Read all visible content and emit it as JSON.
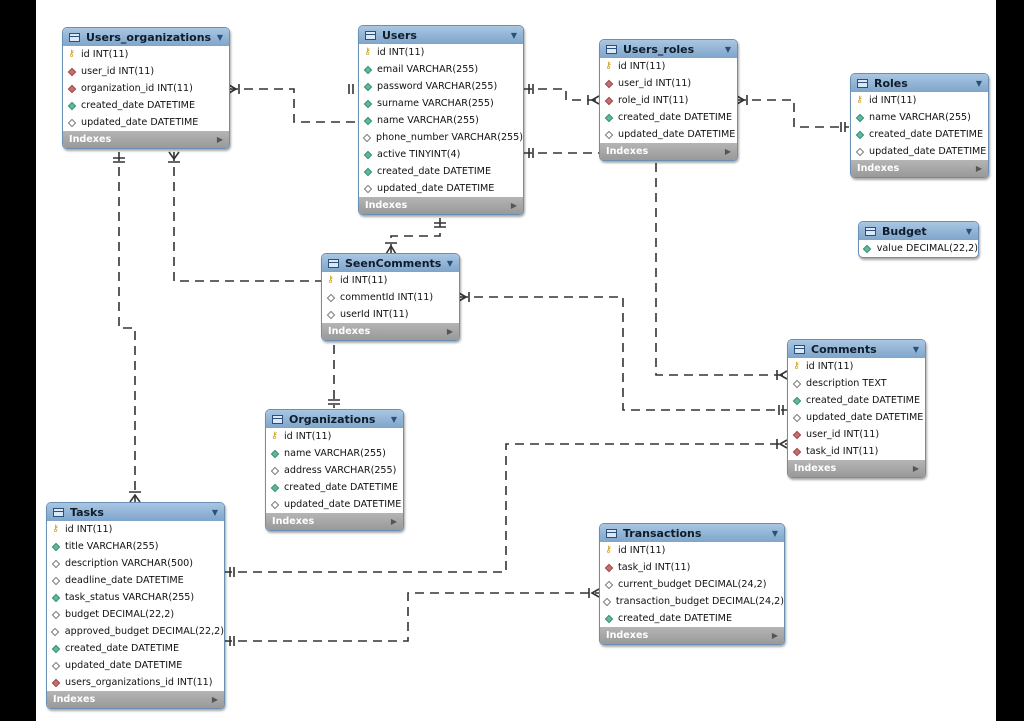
{
  "indexes_label": "Indexes",
  "tables": {
    "users_organizations": {
      "name": "Users_organizations",
      "columns": [
        {
          "kind": "pk",
          "text": "id INT(11)"
        },
        {
          "kind": "fk",
          "text": "user_id INT(11)"
        },
        {
          "kind": "fk",
          "text": "organization_id INT(11)"
        },
        {
          "kind": "col",
          "text": "created_date DATETIME"
        },
        {
          "kind": "plain",
          "text": "updated_date DATETIME"
        }
      ]
    },
    "users": {
      "name": "Users",
      "columns": [
        {
          "kind": "pk",
          "text": "id INT(11)"
        },
        {
          "kind": "col",
          "text": "email VARCHAR(255)"
        },
        {
          "kind": "col",
          "text": "password VARCHAR(255)"
        },
        {
          "kind": "col",
          "text": "surname VARCHAR(255)"
        },
        {
          "kind": "col",
          "text": "name VARCHAR(255)"
        },
        {
          "kind": "plain",
          "text": "phone_number VARCHAR(255)"
        },
        {
          "kind": "col",
          "text": "active TINYINT(4)"
        },
        {
          "kind": "col",
          "text": "created_date DATETIME"
        },
        {
          "kind": "plain",
          "text": "updated_date DATETIME"
        }
      ]
    },
    "users_roles": {
      "name": "Users_roles",
      "columns": [
        {
          "kind": "pk",
          "text": "id INT(11)"
        },
        {
          "kind": "fk",
          "text": "user_id INT(11)"
        },
        {
          "kind": "fk",
          "text": "role_id INT(11)"
        },
        {
          "kind": "col",
          "text": "created_date DATETIME"
        },
        {
          "kind": "plain",
          "text": "updated_date DATETIME"
        }
      ]
    },
    "roles": {
      "name": "Roles",
      "columns": [
        {
          "kind": "pk",
          "text": "id INT(11)"
        },
        {
          "kind": "col",
          "text": "name VARCHAR(255)"
        },
        {
          "kind": "col",
          "text": "created_date DATETIME"
        },
        {
          "kind": "plain",
          "text": "updated_date DATETIME"
        }
      ]
    },
    "budget": {
      "name": "Budget",
      "columns": [
        {
          "kind": "col",
          "text": "value DECIMAL(22,2)"
        }
      ]
    },
    "seen_comments": {
      "name": "SeenComments",
      "columns": [
        {
          "kind": "pk",
          "text": "id INT(11)"
        },
        {
          "kind": "plain",
          "text": "commentId INT(11)"
        },
        {
          "kind": "plain",
          "text": "userId INT(11)"
        }
      ]
    },
    "comments": {
      "name": "Comments",
      "columns": [
        {
          "kind": "pk",
          "text": "id INT(11)"
        },
        {
          "kind": "plain",
          "text": "description TEXT"
        },
        {
          "kind": "col",
          "text": "created_date DATETIME"
        },
        {
          "kind": "plain",
          "text": "updated_date DATETIME"
        },
        {
          "kind": "fk",
          "text": "user_id INT(11)"
        },
        {
          "kind": "fk",
          "text": "task_id INT(11)"
        }
      ]
    },
    "organizations": {
      "name": "Organizations",
      "columns": [
        {
          "kind": "pk",
          "text": "id INT(11)"
        },
        {
          "kind": "col",
          "text": "name VARCHAR(255)"
        },
        {
          "kind": "plain",
          "text": "address VARCHAR(255)"
        },
        {
          "kind": "col",
          "text": "created_date DATETIME"
        },
        {
          "kind": "plain",
          "text": "updated_date DATETIME"
        }
      ]
    },
    "tasks": {
      "name": "Tasks",
      "columns": [
        {
          "kind": "pk",
          "text": "id INT(11)"
        },
        {
          "kind": "col",
          "text": "title VARCHAR(255)"
        },
        {
          "kind": "plain",
          "text": "description VARCHAR(500)"
        },
        {
          "kind": "plain",
          "text": "deadline_date DATETIME"
        },
        {
          "kind": "col",
          "text": "task_status VARCHAR(255)"
        },
        {
          "kind": "plain",
          "text": "budget DECIMAL(22,2)"
        },
        {
          "kind": "plain",
          "text": "approved_budget DECIMAL(22,2)"
        },
        {
          "kind": "col",
          "text": "created_date DATETIME"
        },
        {
          "kind": "plain",
          "text": "updated_date DATETIME"
        },
        {
          "kind": "fk",
          "text": "users_organizations_id INT(11)"
        }
      ]
    },
    "transactions": {
      "name": "Transactions",
      "columns": [
        {
          "kind": "pk",
          "text": "id INT(11)"
        },
        {
          "kind": "fk",
          "text": "task_id INT(11)"
        },
        {
          "kind": "plain",
          "text": "current_budget DECIMAL(24,2)"
        },
        {
          "kind": "plain",
          "text": "transaction_budget DECIMAL(24,2)"
        },
        {
          "kind": "col",
          "text": "created_date DATETIME"
        }
      ]
    }
  }
}
